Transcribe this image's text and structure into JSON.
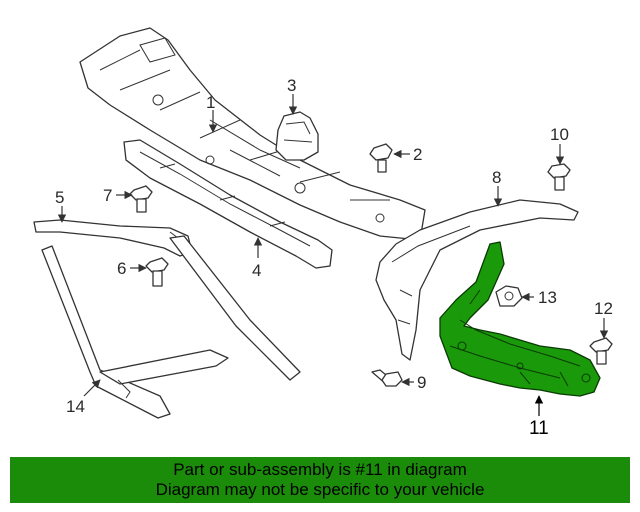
{
  "diagram": {
    "callouts": [
      "1",
      "2",
      "3",
      "4",
      "5",
      "6",
      "7",
      "8",
      "9",
      "10",
      "11",
      "12",
      "13",
      "14"
    ],
    "highlighted_part": "11",
    "colors": {
      "highlight": "#1a9a0a",
      "banner": "#1a8c0a",
      "outline": "#333333"
    }
  },
  "banner": {
    "line1": "Part or sub-assembly is #11 in diagram",
    "line2": "Diagram may not be specific to your vehicle"
  }
}
